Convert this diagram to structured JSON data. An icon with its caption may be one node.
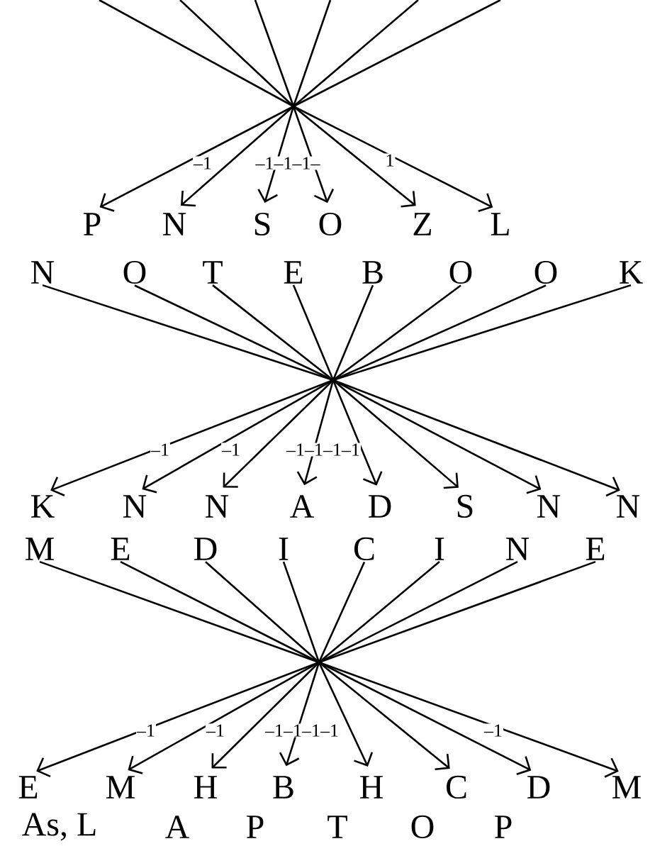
{
  "diagram": {
    "nodes": [
      {
        "text": [
          "P"
        ]
      },
      {
        "text": [
          "N"
        ]
      },
      {
        "text": [
          "S"
        ]
      },
      {
        "text": [
          "O"
        ]
      },
      {
        "text": [
          "Z"
        ]
      },
      {
        "text": [
          "L"
        ]
      },
      {
        "text": [
          "N"
        ]
      },
      {
        "text": [
          "O"
        ]
      },
      {
        "text": [
          "T"
        ]
      },
      {
        "text": [
          "E"
        ]
      },
      {
        "text": [
          "B"
        ]
      },
      {
        "text": [
          "O"
        ]
      },
      {
        "text": [
          "O"
        ]
      },
      {
        "text": [
          "K"
        ]
      },
      {
        "text": [
          "K"
        ]
      },
      {
        "text": [
          "N"
        ]
      },
      {
        "text": [
          "N"
        ]
      },
      {
        "text": [
          "A"
        ]
      },
      {
        "text": [
          "D"
        ]
      },
      {
        "text": [
          "S"
        ]
      },
      {
        "text": [
          "N"
        ]
      },
      {
        "text": [
          "N"
        ]
      },
      {
        "text": [
          "M"
        ]
      },
      {
        "text": [
          "E"
        ]
      },
      {
        "text": [
          "D"
        ]
      },
      {
        "text": [
          "I"
        ]
      },
      {
        "text": [
          "C"
        ]
      },
      {
        "text": [
          "I"
        ]
      },
      {
        "text": [
          "N"
        ]
      },
      {
        "text": [
          "E"
        ]
      },
      {
        "text": [
          "E"
        ]
      },
      {
        "text": [
          "M"
        ]
      },
      {
        "text": [
          "H"
        ]
      },
      {
        "text": [
          "B"
        ]
      },
      {
        "text": [
          "H"
        ]
      },
      {
        "text": [
          "C"
        ]
      },
      {
        "text": [
          "D"
        ]
      },
      {
        "text": [
          "M"
        ]
      }
    ],
    "edges": [
      {
        "from": null,
        "to": 5,
        "arrow": "to"
      },
      {
        "from": null,
        "to": 4,
        "arrow": "to"
      },
      {
        "from": null,
        "to": 3,
        "arrow": "to"
      },
      {
        "from": null,
        "to": 2,
        "arrow": "to"
      },
      {
        "from": null,
        "to": 1,
        "arrow": "to"
      },
      {
        "from": null,
        "to": 0,
        "arrow": "to"
      },
      {
        "from": 6,
        "to": 21,
        "arrow": "to"
      },
      {
        "from": 7,
        "to": 20,
        "arrow": "to"
      },
      {
        "from": 8,
        "to": 19,
        "arrow": "to"
      },
      {
        "from": 9,
        "to": 18,
        "arrow": "to"
      },
      {
        "from": 10,
        "to": 17,
        "arrow": "to"
      },
      {
        "from": 11,
        "to": 16,
        "arrow": "to"
      },
      {
        "from": 12,
        "to": 15,
        "arrow": "to"
      },
      {
        "from": 13,
        "to": 14,
        "arrow": "to"
      },
      {
        "from": 22,
        "to": 37,
        "arrow": "to"
      },
      {
        "from": 23,
        "to": 36,
        "arrow": "to"
      },
      {
        "from": 24,
        "to": 35,
        "arrow": "to"
      },
      {
        "from": 25,
        "to": 34,
        "arrow": "to"
      },
      {
        "from": 26,
        "to": 33,
        "arrow": "to"
      },
      {
        "from": 27,
        "to": 32,
        "arrow": "to"
      },
      {
        "from": 28,
        "to": 31,
        "arrow": "to"
      },
      {
        "from": 29,
        "to": 30,
        "arrow": "to"
      }
    ],
    "labels": [
      "–1",
      "–1–1–1–",
      "1",
      "–1",
      "–1",
      "–1–1–1–1",
      "–1",
      "–1",
      "–1–1–1–1",
      "–1",
      "As, L",
      "A",
      "P",
      "T",
      "O",
      "P"
    ]
  }
}
